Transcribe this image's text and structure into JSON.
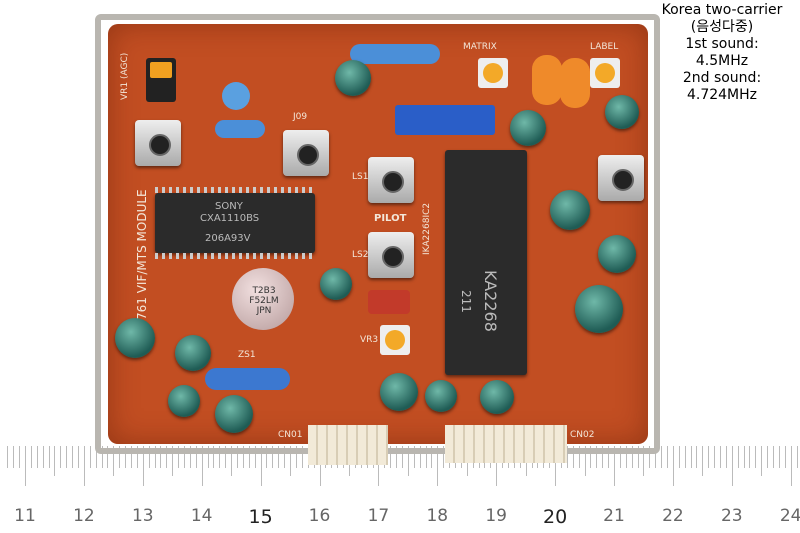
{
  "annotation": {
    "line1": "Korea two-carrier",
    "line2": "(음성다중)",
    "line3": "1st sound:",
    "line4": "4.5MHz",
    "line5": "2nd sound:",
    "line6": "4.724MHz"
  },
  "board": {
    "module_label": "761 VIF/MTS MODULE",
    "ic1_brand": "SONY",
    "ic1_part": "CXA1110BS",
    "ic1_code": "206A93V",
    "ic2_part": "KA2268",
    "ic2_code": "211",
    "ic2_label": "IKA2268IC2",
    "pilot": "PILOT",
    "matrix": "MATRIX",
    "label": "LABEL",
    "crystal": "T2B3 F52LM JPN",
    "cn1": "CN01",
    "cn2": "CN02",
    "vr1": "VR1 (AGC)",
    "zs1": "ZS1",
    "ls1": "LS1",
    "ls2": "LS2",
    "vr3": "VR3",
    "j09": "J09"
  },
  "ruler": {
    "numbers": [
      "11",
      "12",
      "13",
      "14",
      "15",
      "16",
      "17",
      "18",
      "19",
      "20",
      "21",
      "22",
      "23",
      "24"
    ]
  }
}
